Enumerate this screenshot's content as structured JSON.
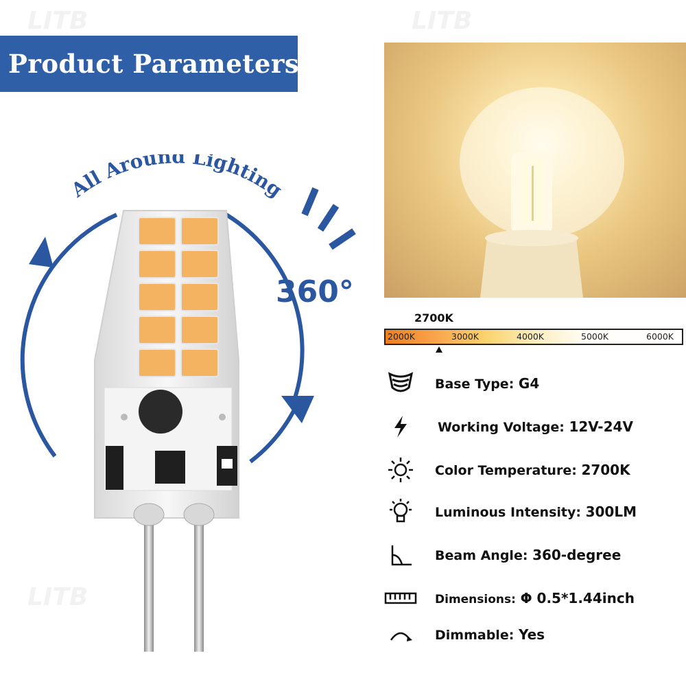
{
  "banner": {
    "title": "Product Parameters"
  },
  "illustration": {
    "arc_label": "All Around Lighting",
    "degree_label": "360°",
    "watermark": "LITB"
  },
  "color_temperature": {
    "selected": "2700K",
    "ticks": [
      "2000K",
      "3000K",
      "4000K",
      "5000K",
      "6000K"
    ]
  },
  "specs": [
    {
      "icon": "base-type-icon",
      "label": "Base Type:",
      "value": "G4"
    },
    {
      "icon": "lightning-bolt-icon",
      "label": "Working Voltage:",
      "value": "12V-24V"
    },
    {
      "icon": "sun-icon",
      "label": "Color Temperature:",
      "value": "2700K"
    },
    {
      "icon": "light-bulb-icon",
      "label": "Luminous Intensity:",
      "value": "300LM"
    },
    {
      "icon": "angle-icon",
      "label": "Beam Angle:",
      "value": "360-degree"
    },
    {
      "icon": "ruler-icon",
      "label": "Dimensions:",
      "value": "Φ 0.5*1.44inch"
    },
    {
      "icon": "dimmer-icon",
      "label": "Dimmable:",
      "value": "Yes"
    }
  ],
  "colors": {
    "banner": "#2f5fa7",
    "accent_blue": "#2a57a0",
    "led": "#f4b361"
  }
}
